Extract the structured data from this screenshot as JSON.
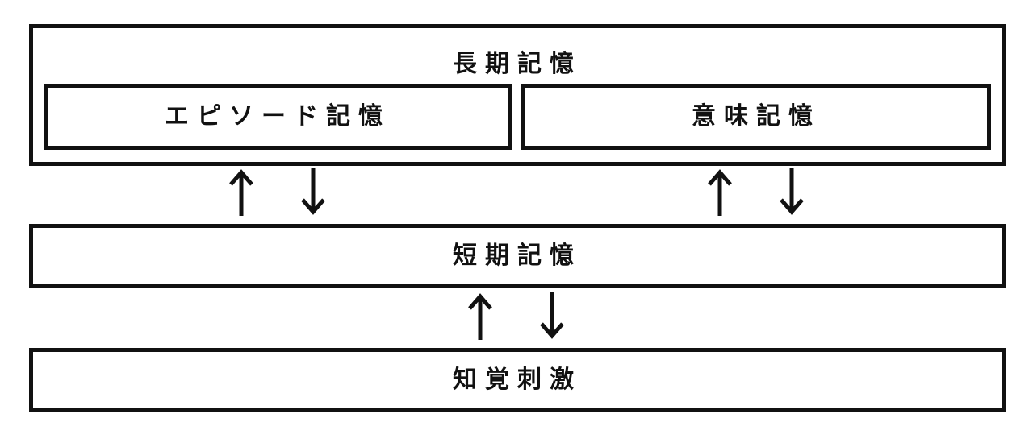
{
  "diagram": {
    "long_term_memory": {
      "label": "長期記憶"
    },
    "episodic_memory": {
      "label": "エピソード記憶"
    },
    "semantic_memory": {
      "label": "意味記憶"
    },
    "short_term_memory": {
      "label": "短期記憶"
    },
    "perceptual_stimulus": {
      "label": "知覚刺激"
    }
  },
  "colors": {
    "stroke": "#111111",
    "background": "#ffffff"
  }
}
